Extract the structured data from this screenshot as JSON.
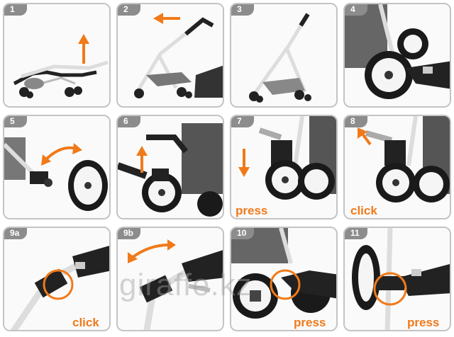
{
  "panels": [
    {
      "step": "1",
      "caption": ""
    },
    {
      "step": "2",
      "caption": ""
    },
    {
      "step": "3",
      "caption": ""
    },
    {
      "step": "4",
      "caption": ""
    },
    {
      "step": "5",
      "caption": ""
    },
    {
      "step": "6",
      "caption": ""
    },
    {
      "step": "7",
      "caption": "press"
    },
    {
      "step": "8",
      "caption": "click"
    },
    {
      "step": "9a",
      "caption": "click"
    },
    {
      "step": "9b",
      "caption": ""
    },
    {
      "step": "10",
      "caption": "press"
    },
    {
      "step": "11",
      "caption": "press"
    }
  ],
  "watermark": "giraffe.kz",
  "colors": {
    "accent": "#f07a1a",
    "badge": "#8c8c8c",
    "border": "#c4c4c4"
  }
}
